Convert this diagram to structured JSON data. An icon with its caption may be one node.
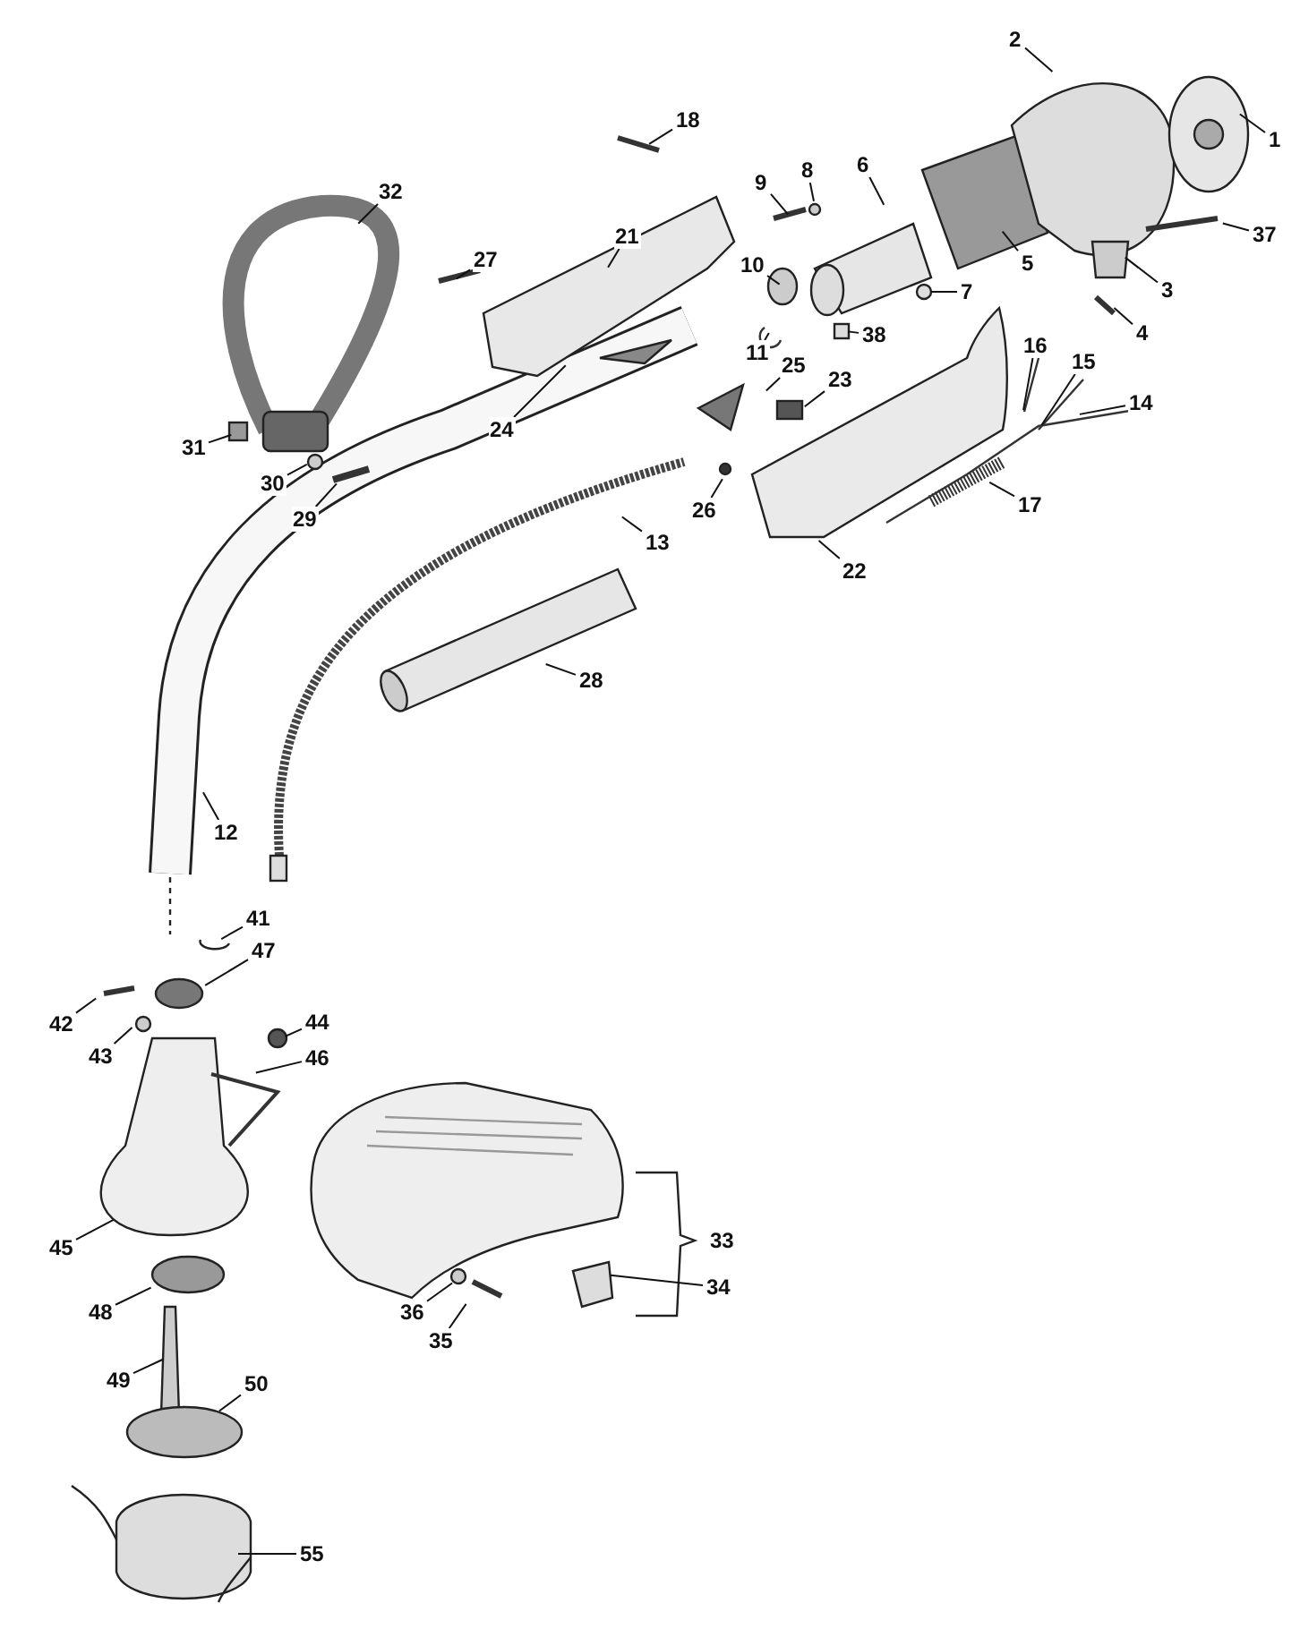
{
  "diagram": {
    "nodes": [
      {
        "text": [
          "2"
        ]
      },
      {
        "text": [
          "18"
        ]
      },
      {
        "text": [
          "1"
        ]
      },
      {
        "text": [
          "6"
        ]
      },
      {
        "text": [
          "8"
        ]
      },
      {
        "text": [
          "9"
        ]
      },
      {
        "text": [
          "32"
        ]
      },
      {
        "text": [
          "37"
        ]
      },
      {
        "text": [
          "21"
        ]
      },
      {
        "text": [
          "27"
        ]
      },
      {
        "text": [
          "5"
        ]
      },
      {
        "text": [
          "10"
        ]
      },
      {
        "text": [
          "3"
        ]
      },
      {
        "text": [
          "7"
        ]
      },
      {
        "text": [
          "4"
        ]
      },
      {
        "text": [
          "38"
        ]
      },
      {
        "text": [
          "16"
        ]
      },
      {
        "text": [
          "11"
        ]
      },
      {
        "text": [
          "15"
        ]
      },
      {
        "text": [
          "25"
        ]
      },
      {
        "text": [
          "23"
        ]
      },
      {
        "text": [
          "14"
        ]
      },
      {
        "text": [
          "24"
        ]
      },
      {
        "text": [
          "31"
        ]
      },
      {
        "text": [
          "30"
        ]
      },
      {
        "text": [
          "17"
        ]
      },
      {
        "text": [
          "26"
        ]
      },
      {
        "text": [
          "29"
        ]
      },
      {
        "text": [
          "13"
        ]
      },
      {
        "text": [
          "22"
        ]
      },
      {
        "text": [
          "28"
        ]
      },
      {
        "text": [
          "12"
        ]
      },
      {
        "text": [
          "41"
        ]
      },
      {
        "text": [
          "47"
        ]
      },
      {
        "text": [
          "44"
        ]
      },
      {
        "text": [
          "42"
        ]
      },
      {
        "text": [
          "43"
        ]
      },
      {
        "text": [
          "46"
        ]
      },
      {
        "text": [
          "45"
        ]
      },
      {
        "text": [
          "34"
        ]
      },
      {
        "text": [
          "48"
        ]
      },
      {
        "text": [
          "36"
        ]
      },
      {
        "text": [
          "35"
        ]
      },
      {
        "text": [
          "49"
        ]
      },
      {
        "text": [
          "50"
        ]
      },
      {
        "text": [
          "55"
        ]
      },
      {
        "text": [
          "33"
        ]
      }
    ],
    "edges": [
      {
        "from": 0,
        "to": null,
        "arrow": "none"
      },
      {
        "from": 1,
        "to": null,
        "arrow": "none"
      },
      {
        "from": 2,
        "to": null,
        "arrow": "none"
      },
      {
        "from": 3,
        "to": null,
        "arrow": "none"
      },
      {
        "from": 4,
        "to": null,
        "arrow": "none"
      },
      {
        "from": 5,
        "to": null,
        "arrow": "none"
      },
      {
        "from": 6,
        "to": null,
        "arrow": "none"
      },
      {
        "from": 7,
        "to": null,
        "arrow": "none"
      },
      {
        "from": 8,
        "to": null,
        "arrow": "none"
      },
      {
        "from": 9,
        "to": null,
        "arrow": "none"
      },
      {
        "from": 10,
        "to": null,
        "arrow": "none"
      },
      {
        "from": 11,
        "to": null,
        "arrow": "none"
      },
      {
        "from": 12,
        "to": null,
        "arrow": "none"
      },
      {
        "from": 13,
        "to": null,
        "arrow": "none"
      },
      {
        "from": 14,
        "to": null,
        "arrow": "none"
      },
      {
        "from": 15,
        "to": null,
        "arrow": "none"
      },
      {
        "from": 16,
        "to": null,
        "arrow": "none"
      },
      {
        "from": 17,
        "to": null,
        "arrow": "none"
      },
      {
        "from": 18,
        "to": null,
        "arrow": "none"
      },
      {
        "from": 19,
        "to": null,
        "arrow": "none"
      },
      {
        "from": 20,
        "to": null,
        "arrow": "none"
      },
      {
        "from": 21,
        "to": null,
        "arrow": "none"
      },
      {
        "from": 22,
        "to": null,
        "arrow": "none"
      },
      {
        "from": 23,
        "to": null,
        "arrow": "none"
      },
      {
        "from": 24,
        "to": null,
        "arrow": "none"
      },
      {
        "from": 25,
        "to": null,
        "arrow": "none"
      },
      {
        "from": 26,
        "to": null,
        "arrow": "none"
      },
      {
        "from": 27,
        "to": null,
        "arrow": "none"
      },
      {
        "from": 28,
        "to": null,
        "arrow": "none"
      },
      {
        "from": 29,
        "to": null,
        "arrow": "none"
      },
      {
        "from": 30,
        "to": null,
        "arrow": "none"
      },
      {
        "from": 31,
        "to": null,
        "arrow": "none"
      },
      {
        "from": 32,
        "to": null,
        "arrow": "none"
      },
      {
        "from": 33,
        "to": null,
        "arrow": "none"
      },
      {
        "from": 34,
        "to": null,
        "arrow": "none"
      },
      {
        "from": 35,
        "to": null,
        "arrow": "none"
      },
      {
        "from": 36,
        "to": null,
        "arrow": "none"
      },
      {
        "from": 37,
        "to": null,
        "arrow": "none"
      },
      {
        "from": 38,
        "to": null,
        "arrow": "none"
      },
      {
        "from": 39,
        "to": null,
        "arrow": "none"
      },
      {
        "from": 40,
        "to": null,
        "arrow": "none"
      },
      {
        "from": 41,
        "to": null,
        "arrow": "none"
      },
      {
        "from": 42,
        "to": null,
        "arrow": "none"
      },
      {
        "from": 43,
        "to": null,
        "arrow": "none"
      },
      {
        "from": 44,
        "to": null,
        "arrow": "none"
      },
      {
        "from": 45,
        "to": null,
        "arrow": "none"
      }
    ]
  }
}
